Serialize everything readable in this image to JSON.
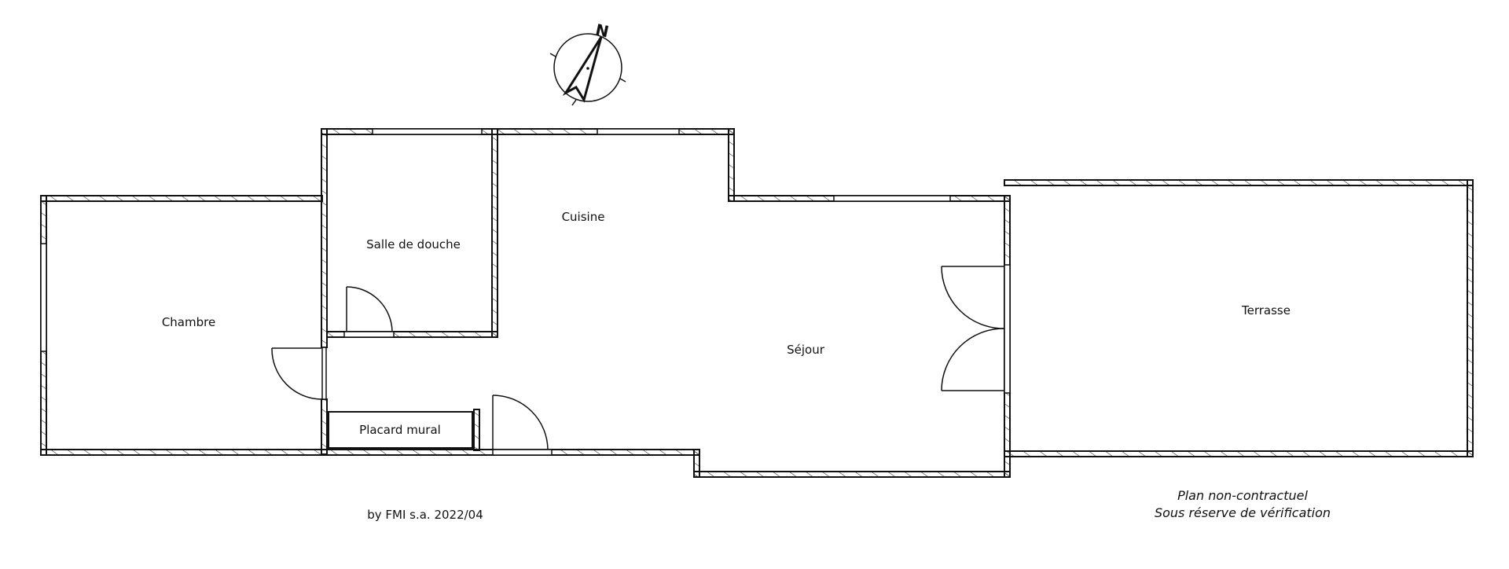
{
  "plan": {
    "rooms": {
      "chambre": "Chambre",
      "salle_de_douche": "Salle de douche",
      "cuisine": "Cuisine",
      "sejour": "Séjour",
      "terrasse": "Terrasse",
      "placard": "Placard mural"
    },
    "compass": {
      "icon": "north-arrow-icon",
      "label": "N"
    },
    "credit": "by FMI s.a. 2022/04",
    "disclaimer": {
      "line1": "Plan non-contractuel",
      "line2": "Sous réserve de vérification"
    },
    "colors": {
      "wall": "#111111",
      "background": "#ffffff"
    }
  }
}
